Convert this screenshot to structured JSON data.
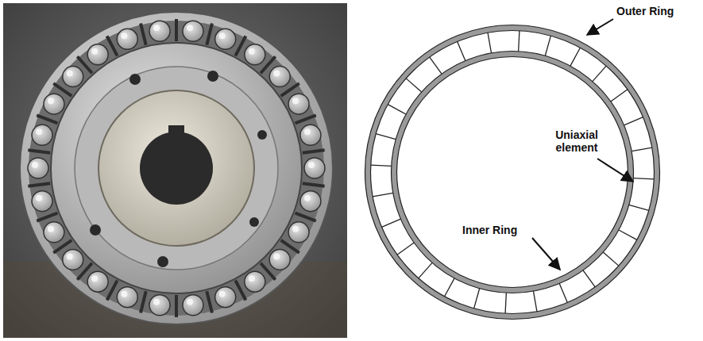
{
  "diagram": {
    "labels": [
      "Outer Ring",
      "Uniaxial element",
      "Inner Ring"
    ]
  }
}
